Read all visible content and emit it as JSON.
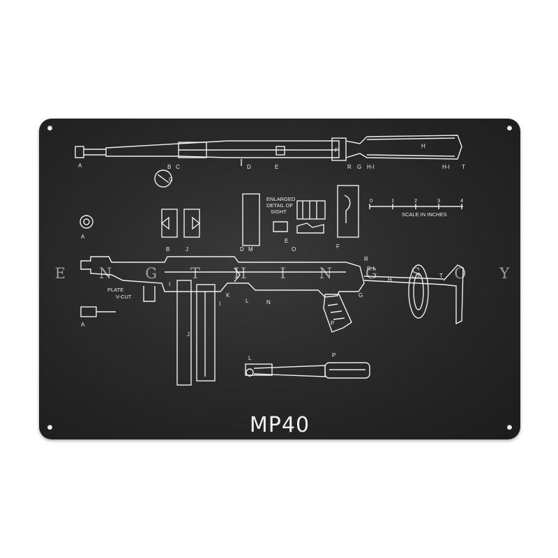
{
  "sign": {
    "title": "MP40",
    "watermark": "FENGTHINGSOY"
  },
  "labels": {
    "enlarged": "ENLARGED",
    "detail_of": "DETAIL OF",
    "sight": "SIGHT",
    "scale": "SCALE IN INCHES",
    "plate": "PLATE",
    "vcut": "V-CUT",
    "scale_ticks": [
      "0",
      "1",
      "2",
      "3",
      "4"
    ]
  }
}
